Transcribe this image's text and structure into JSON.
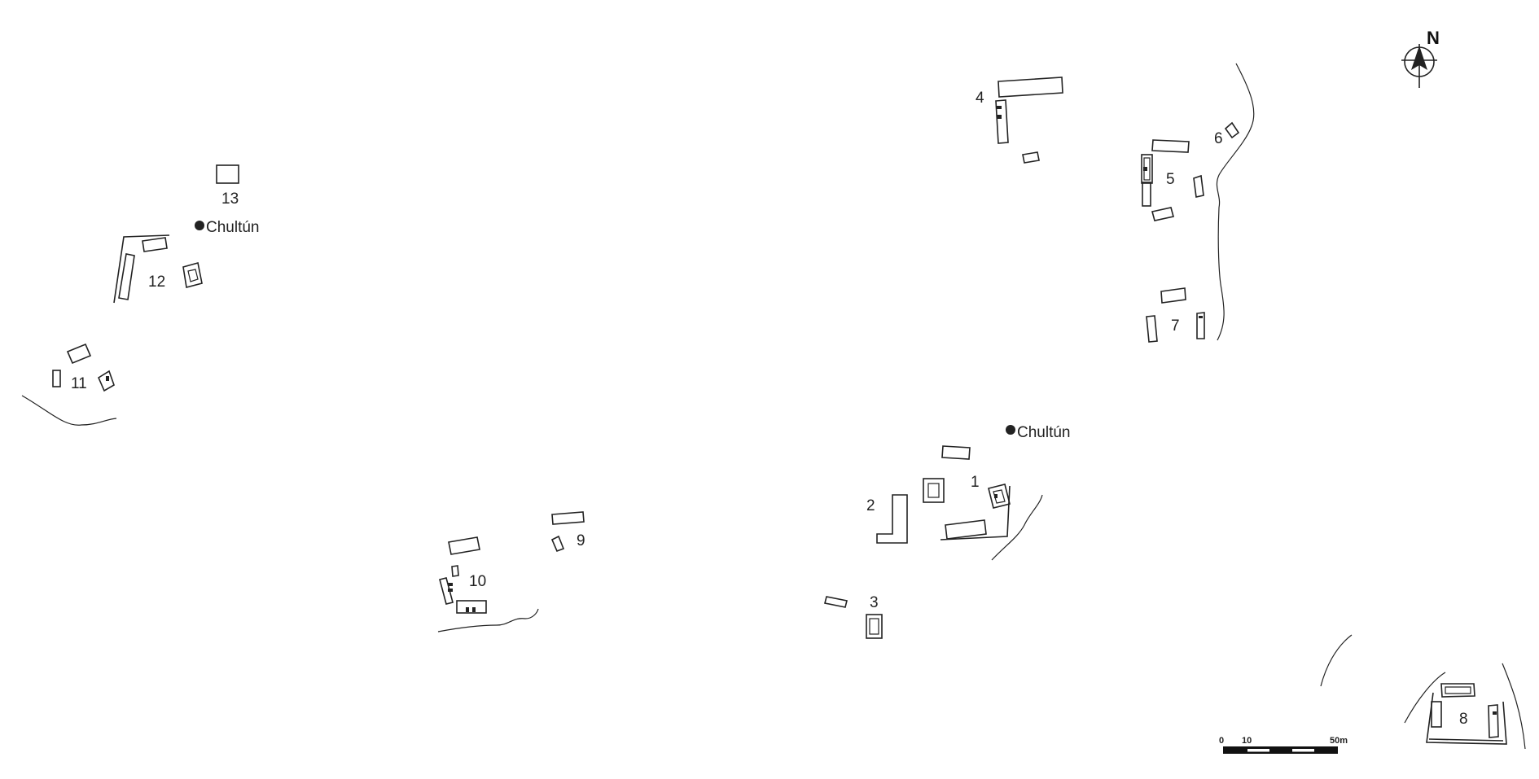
{
  "map": {
    "north_label": "N",
    "chultun_label": "Chultún",
    "scale": {
      "zero": "0",
      "ten": "10",
      "fifty": "50m"
    },
    "groups": [
      "1",
      "2",
      "3",
      "4",
      "5",
      "6",
      "7",
      "8",
      "9",
      "10",
      "11",
      "12",
      "13"
    ]
  },
  "colors": {
    "ink": "#222222",
    "background": "#ffffff"
  }
}
